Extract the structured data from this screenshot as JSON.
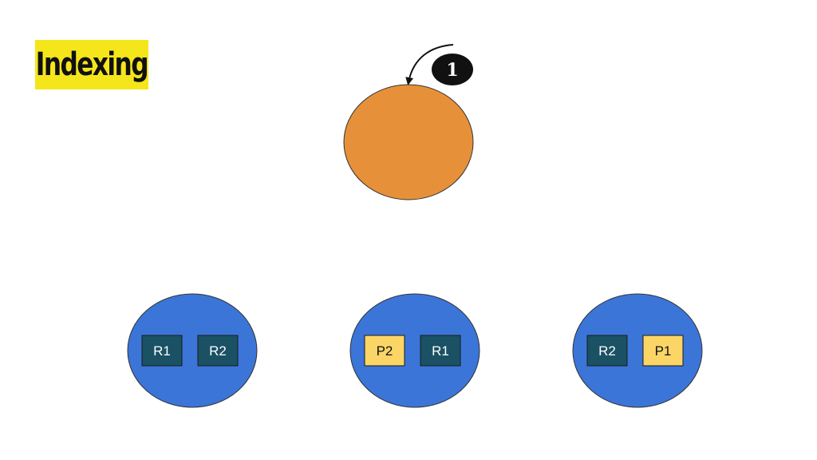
{
  "title": "Indexing",
  "step_badge": "1",
  "colors": {
    "title_bg": "#f5e61b",
    "coordinator_node": "#e6913a",
    "data_node": "#3b75d8",
    "replica_shard": "#1a5164",
    "primary_shard": "#fbd666",
    "badge": "#111111"
  },
  "nodes": [
    {
      "shards": [
        {
          "label": "R1",
          "kind": "replica"
        },
        {
          "label": "R2",
          "kind": "replica"
        }
      ]
    },
    {
      "shards": [
        {
          "label": "P2",
          "kind": "primary"
        },
        {
          "label": "R1",
          "kind": "replica"
        }
      ]
    },
    {
      "shards": [
        {
          "label": "R2",
          "kind": "replica"
        },
        {
          "label": "P1",
          "kind": "primary"
        }
      ]
    }
  ]
}
